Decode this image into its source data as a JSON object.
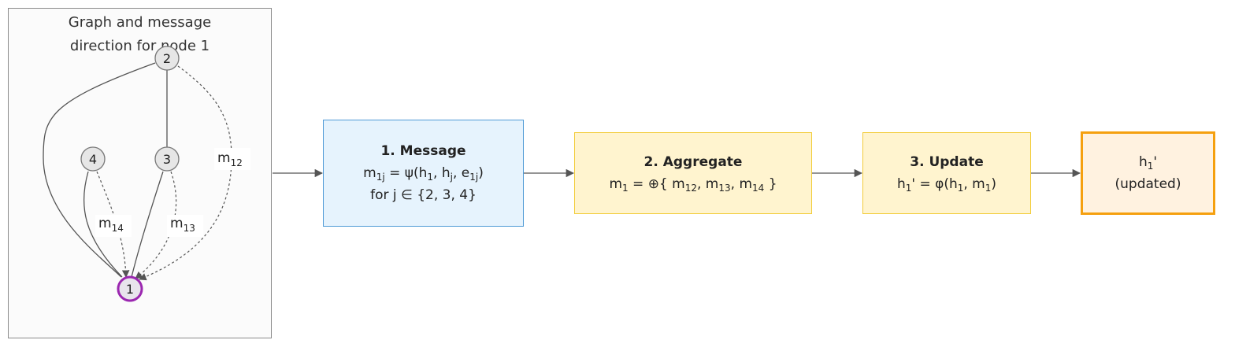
{
  "panel": {
    "title_line1": "Graph and message",
    "title_line2": "direction for node 1",
    "nodes": [
      "1",
      "2",
      "3",
      "4"
    ],
    "edge_labels": {
      "m12": {
        "base": "m",
        "sub": "12"
      },
      "m13": {
        "base": "m",
        "sub": "13"
      },
      "m14": {
        "base": "m",
        "sub": "14"
      }
    }
  },
  "steps": {
    "message": {
      "title": "1. Message",
      "l1_a": "m",
      "l1_a_sub": "1j",
      "l1_b": " = ψ(h",
      "l1_b_sub": "1",
      "l1_c": ", h",
      "l1_c_sub": "j",
      "l1_d": ", e",
      "l1_d_sub": "1j",
      "l1_e": ")",
      "line2": "for j ∈ {2, 3, 4}"
    },
    "aggregate": {
      "title": "2. Aggregate",
      "a": "m",
      "a_sub": "1",
      "b": " = ⊕{ m",
      "b_sub": "12",
      "c": ", m",
      "c_sub": "13",
      "d": ", m",
      "d_sub": "14",
      "e": " }"
    },
    "update": {
      "title": "3. Update",
      "a": "h",
      "a_sub": "1",
      "b": "' = φ(h",
      "b_sub": "1",
      "c": ", m",
      "c_sub": "1",
      "d": ")"
    },
    "output": {
      "a": "h",
      "a_sub": "1",
      "b": "'",
      "line2": "(updated)"
    }
  },
  "colors": {
    "message_fill": "#e6f3fd",
    "message_border": "#4f9ad6",
    "step_fill": "#fff4cf",
    "step_border": "#f2cc3a",
    "output_fill": "#fff2e0",
    "output_border": "#f5a00f",
    "target_node_border": "#9b27b0",
    "node_fill": "#e6e6e6"
  }
}
